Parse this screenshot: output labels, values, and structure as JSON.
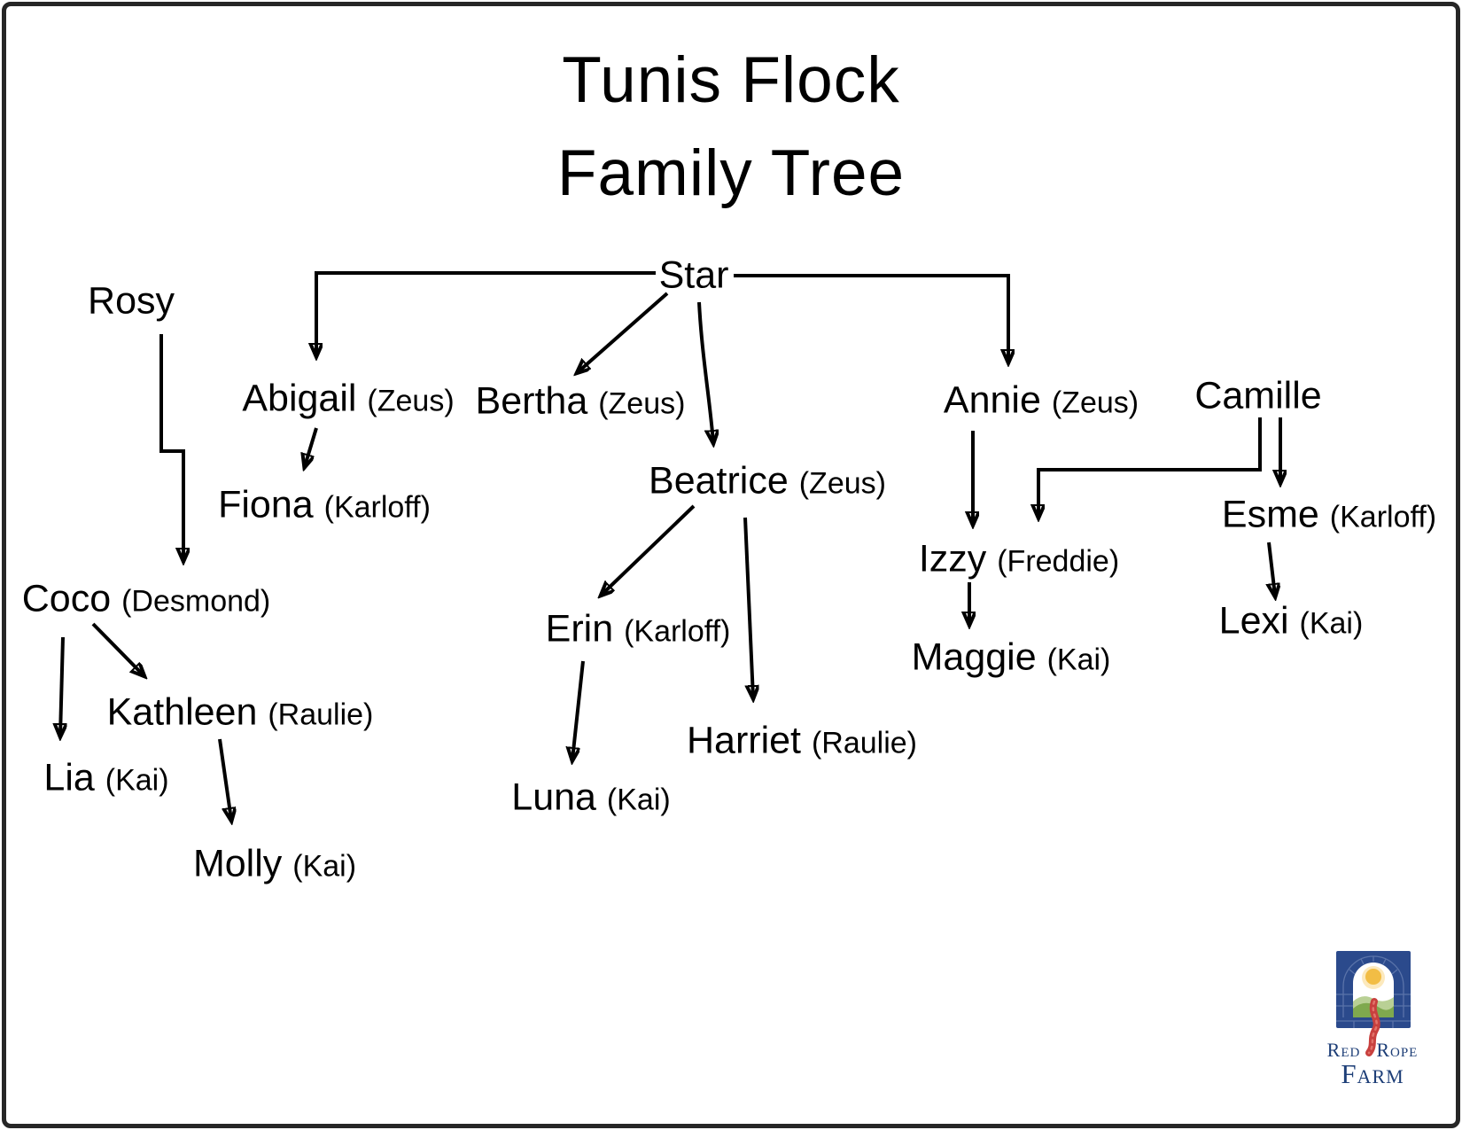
{
  "title": {
    "line1": "Tunis Flock",
    "line2": "Family Tree"
  },
  "people": {
    "rosy": {
      "name": "Rosy",
      "suffix": ""
    },
    "star": {
      "name": "Star",
      "suffix": ""
    },
    "abigail": {
      "name": "Abigail",
      "suffix": "(Zeus)"
    },
    "bertha": {
      "name": "Bertha",
      "suffix": "(Zeus)"
    },
    "annie": {
      "name": "Annie",
      "suffix": "(Zeus)"
    },
    "camille": {
      "name": "Camille",
      "suffix": ""
    },
    "fiona": {
      "name": "Fiona",
      "suffix": "(Karloff)"
    },
    "beatrice": {
      "name": "Beatrice",
      "suffix": "(Zeus)"
    },
    "coco": {
      "name": "Coco",
      "suffix": "(Desmond)"
    },
    "izzy": {
      "name": "Izzy",
      "suffix": "(Freddie)"
    },
    "esme": {
      "name": "Esme",
      "suffix": "(Karloff)"
    },
    "erin": {
      "name": "Erin",
      "suffix": "(Karloff)"
    },
    "maggie": {
      "name": "Maggie",
      "suffix": "(Kai)"
    },
    "lexi": {
      "name": "Lexi",
      "suffix": "(Kai)"
    },
    "kathleen": {
      "name": "Kathleen",
      "suffix": "(Raulie)"
    },
    "lia": {
      "name": "Lia",
      "suffix": "(Kai)"
    },
    "harriet": {
      "name": "Harriet",
      "suffix": "(Raulie)"
    },
    "luna": {
      "name": "Luna",
      "suffix": "(Kai)"
    },
    "molly": {
      "name": "Molly",
      "suffix": "(Kai)"
    }
  },
  "relationships": [
    {
      "parent": "Rosy",
      "child": "Coco"
    },
    {
      "parent": "Star",
      "child": "Abigail"
    },
    {
      "parent": "Star",
      "child": "Bertha"
    },
    {
      "parent": "Star",
      "child": "Beatrice"
    },
    {
      "parent": "Star",
      "child": "Annie"
    },
    {
      "parent": "Abigail",
      "child": "Fiona"
    },
    {
      "parent": "Coco",
      "child": "Lia"
    },
    {
      "parent": "Coco",
      "child": "Kathleen"
    },
    {
      "parent": "Kathleen",
      "child": "Molly"
    },
    {
      "parent": "Beatrice",
      "child": "Erin"
    },
    {
      "parent": "Beatrice",
      "child": "Harriet"
    },
    {
      "parent": "Erin",
      "child": "Luna"
    },
    {
      "parent": "Annie",
      "child": "Izzy"
    },
    {
      "parent": "Camille",
      "child": "Izzy"
    },
    {
      "parent": "Camille",
      "child": "Esme"
    },
    {
      "parent": "Izzy",
      "child": "Maggie"
    },
    {
      "parent": "Esme",
      "child": "Lexi"
    }
  ],
  "logo": {
    "word1": "Red",
    "word2": "Rope",
    "word3": "Farm",
    "colors": {
      "navy": "#2b4a8c",
      "text_navy": "#1d3e77",
      "rope_red": "#c8403e",
      "sun_yellow": "#f2bd45",
      "sun_glow": "#fce9bd",
      "hill_light": "#b9d095",
      "hill_dark": "#7fa94e"
    }
  },
  "colors": {
    "ink": "#000000",
    "page_border": "#262626",
    "background": "#ffffff"
  }
}
